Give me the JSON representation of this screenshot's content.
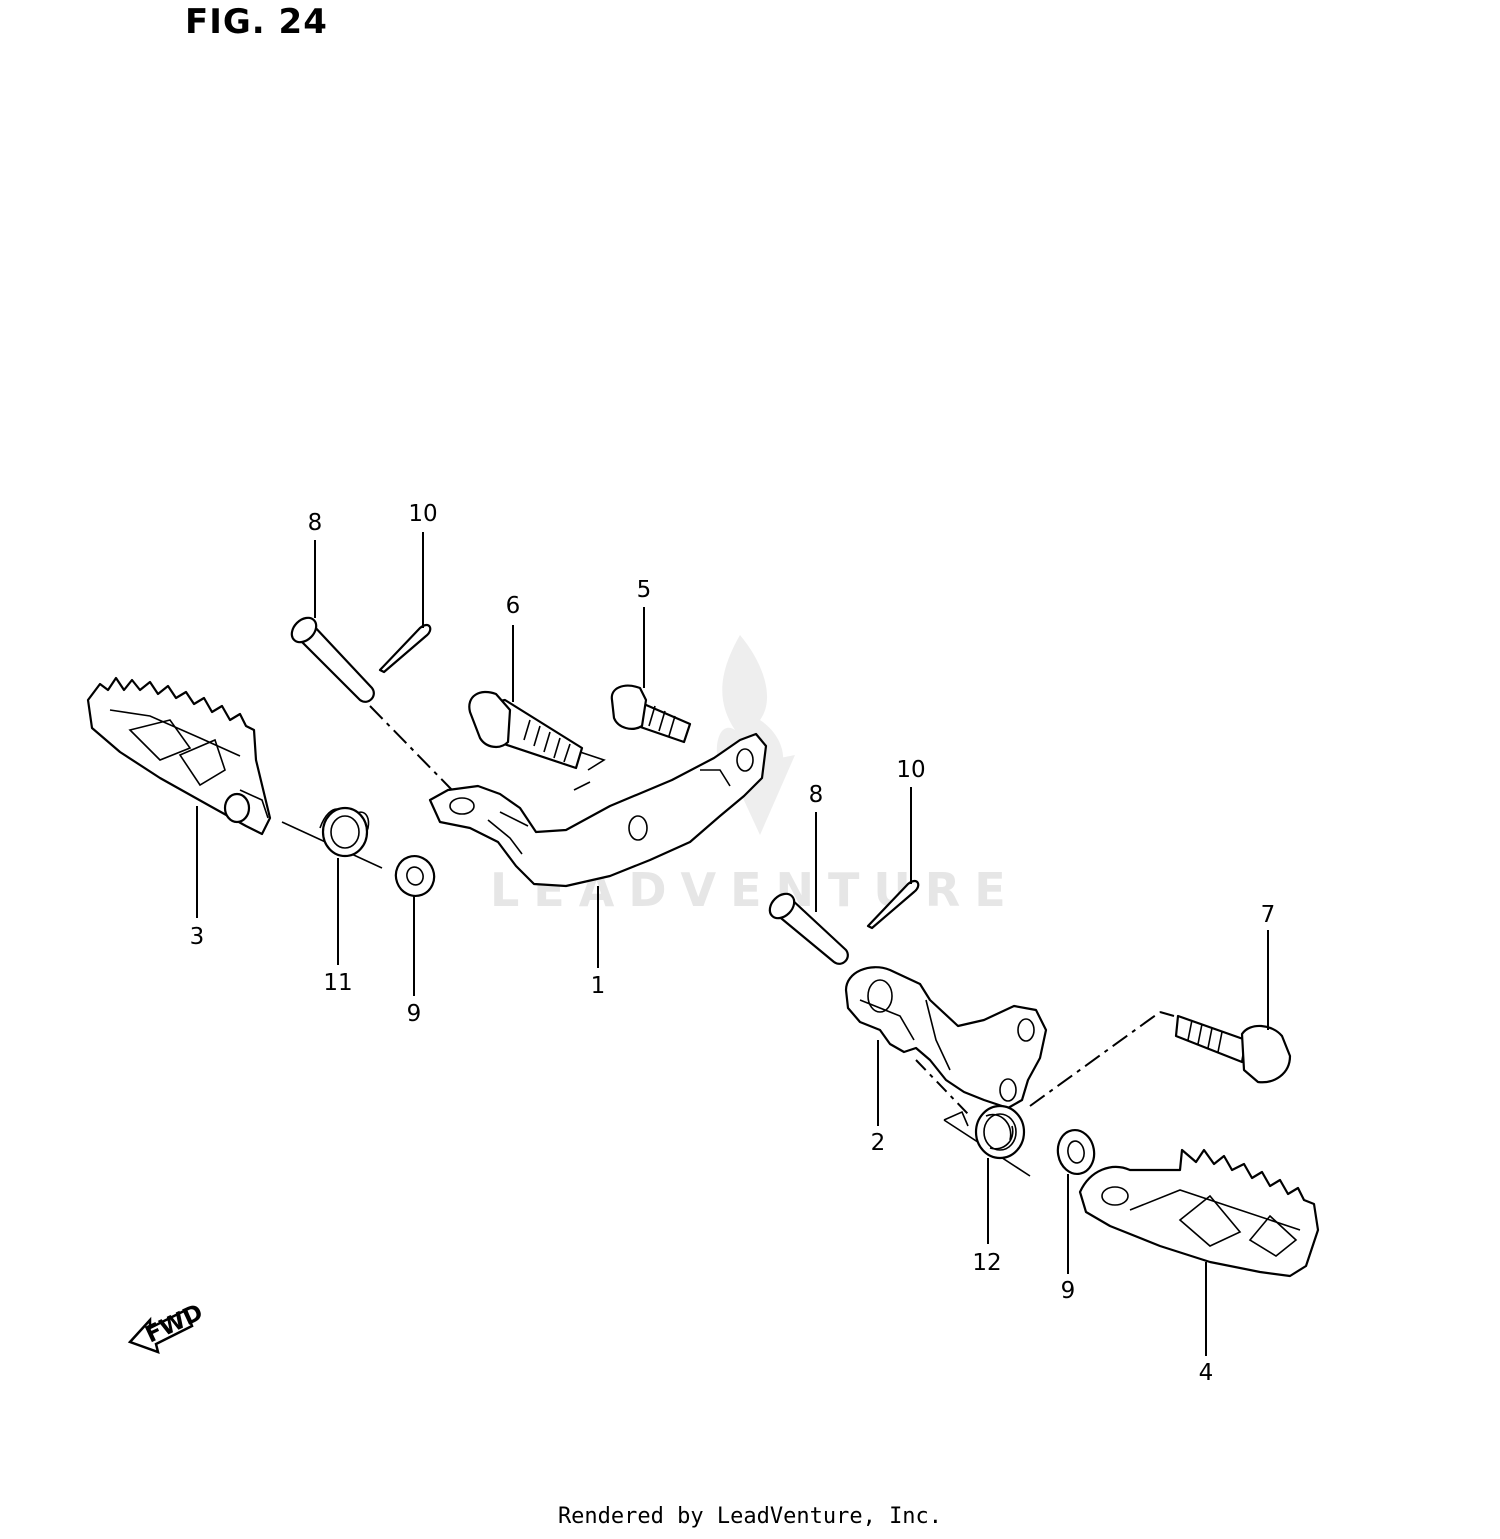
{
  "figure": {
    "title": "FIG. 24"
  },
  "callouts": {
    "p1": "1",
    "p2": "2",
    "p3": "3",
    "p4": "4",
    "p5": "5",
    "p6": "6",
    "p7": "7",
    "p8a": "8",
    "p8b": "8",
    "p9a": "9",
    "p9b": "9",
    "p10a": "10",
    "p10b": "10",
    "p11": "11",
    "p12": "12"
  },
  "watermark": {
    "text": "LEADVENTURE"
  },
  "fwd_arrow": {
    "label": "FWD"
  },
  "footer": {
    "text": "Rendered by LeadVenture, Inc."
  }
}
